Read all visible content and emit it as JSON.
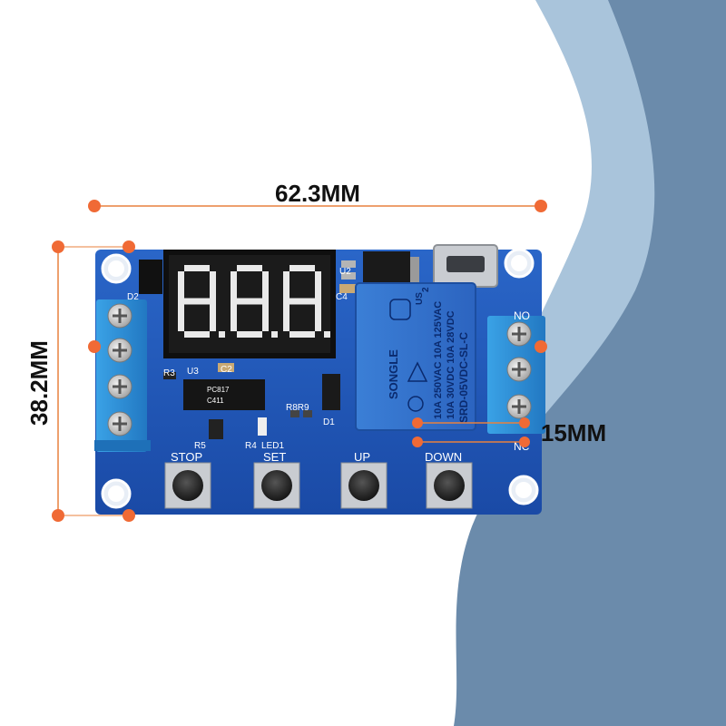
{
  "dimensions": {
    "width_label": "62.3MM",
    "height_label": "38.2MM",
    "depth_label": "15MM"
  },
  "board": {
    "buttons": [
      {
        "label": "STOP"
      },
      {
        "label": "SET"
      },
      {
        "label": "UP"
      },
      {
        "label": "DOWN"
      }
    ],
    "terminal_labels": {
      "no": "NO",
      "nc": "NC"
    },
    "components": {
      "d2": "D2",
      "u2": "U2",
      "c4": "C4",
      "c2": "C2",
      "u3": "U3",
      "r3": "R3",
      "r5": "R5",
      "r4": "R4",
      "led1": "LED1",
      "r8r9": "R8R9",
      "d1": "D1",
      "ic_line1": "PC817",
      "ic_line2": "C411"
    },
    "relay": {
      "brand": "SONGLE",
      "model": "SRD-05VDC-SL-C",
      "rating1": "10A 250VAC  10A 125VAC",
      "rating2": "10A  30VDC  10A  28VDC",
      "us_mark": "US",
      "num": "2"
    }
  },
  "colors": {
    "pcb": "#1e56b8",
    "terminal": "#2e8fd8",
    "accent_dot": "#f06a35",
    "wave_light": "#a9c4db",
    "wave_dark": "#6b8bab"
  }
}
